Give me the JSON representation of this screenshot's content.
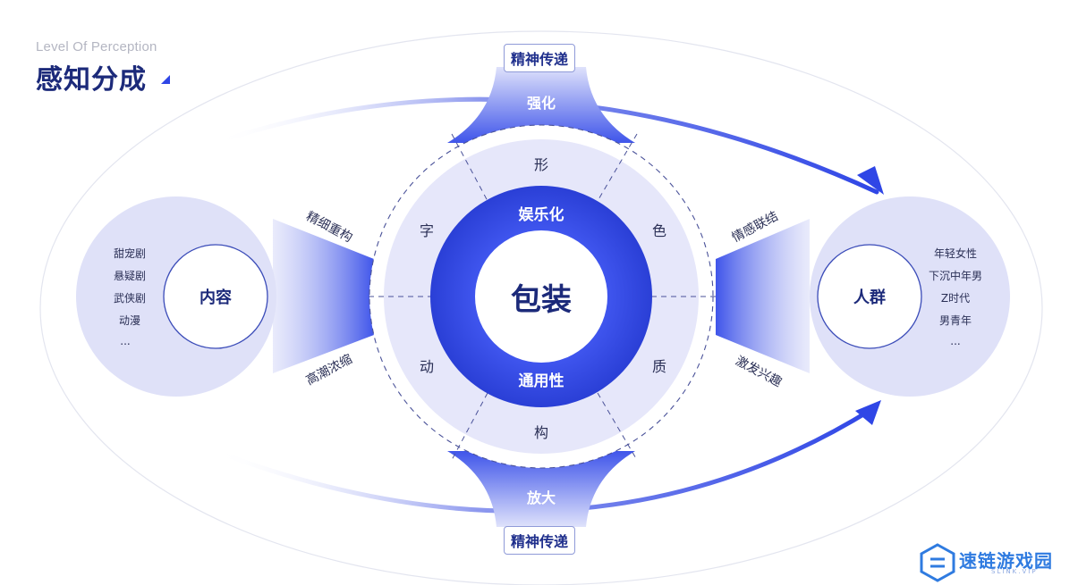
{
  "header": {
    "subtitle": "Level Of Perception",
    "title": "感知分成"
  },
  "center": {
    "core": "包装",
    "top_label": "娱乐化",
    "bottom_label": "通用性",
    "ring_labels": [
      "形",
      "色",
      "质",
      "构",
      "动",
      "字"
    ]
  },
  "left_circle": {
    "label": "内容",
    "items": [
      "甜宠剧",
      "悬疑剧",
      "武侠剧",
      "动漫",
      "..."
    ]
  },
  "right_circle": {
    "label": "人群",
    "items": [
      "年轻女性",
      "下沉中年男",
      "Z时代",
      "男青年",
      "..."
    ]
  },
  "connectors": {
    "left_top": "精细重构",
    "left_bottom": "高潮浓缩",
    "right_top": "情感联结",
    "right_bottom": "激发兴趣",
    "top": "强化",
    "bottom": "放大"
  },
  "tags": {
    "top": "精神传递",
    "bottom": "精神传递"
  },
  "watermark": {
    "text": "速链游戏园",
    "sub": "SLINK.VIP"
  },
  "colors": {
    "primary": "#2f46e6",
    "dark_blue": "#1c2a7a",
    "light_fill": "#dfe1f8",
    "ring_fill": "#e6e7fa",
    "outline": "#3a4bb8"
  }
}
